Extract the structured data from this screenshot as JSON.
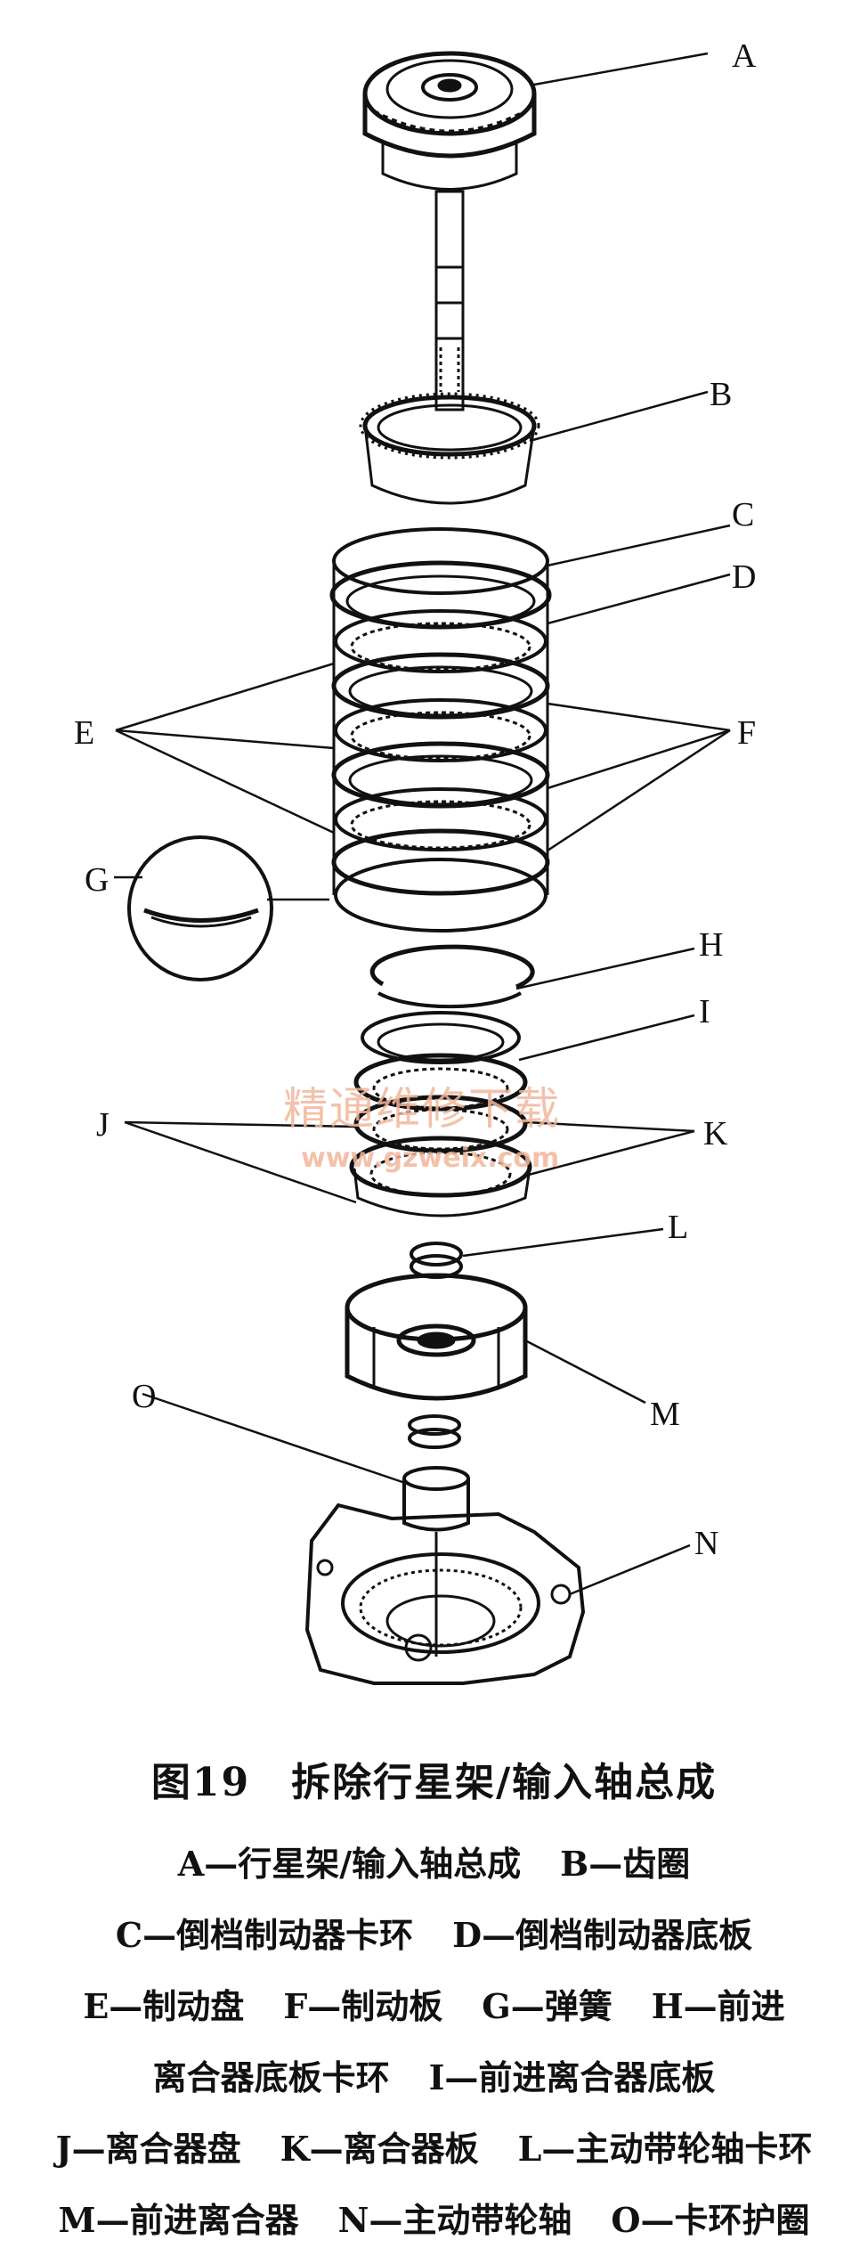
{
  "labels": {
    "A": "A",
    "B": "B",
    "C": "C",
    "D": "D",
    "E": "E",
    "F": "F",
    "G": "G",
    "H": "H",
    "I": "I",
    "J": "J",
    "K": "K",
    "L": "L",
    "M": "M",
    "N": "N",
    "O": "O"
  },
  "watermark": {
    "cn": "精通维修下载",
    "url": "www.gzweix.com"
  },
  "caption": {
    "title": "图19　拆除行星架/输入轴总成",
    "lines": [
      [
        "A—行星架/输入轴总成",
        "B—齿圈"
      ],
      [
        "C—倒档制动器卡环",
        "D—倒档制动器底板"
      ],
      [
        "E—制动盘",
        "F—制动板",
        "G—弹簧",
        "H—前进"
      ],
      [
        "离合器底板卡环",
        "I—前进离合器底板"
      ],
      [
        "J—离合器盘",
        "K—离合器板",
        "L—主动带轮轴卡环"
      ],
      [
        "M—前进离合器",
        "N—主动带轮轴",
        "O—卡环护圈"
      ]
    ]
  }
}
